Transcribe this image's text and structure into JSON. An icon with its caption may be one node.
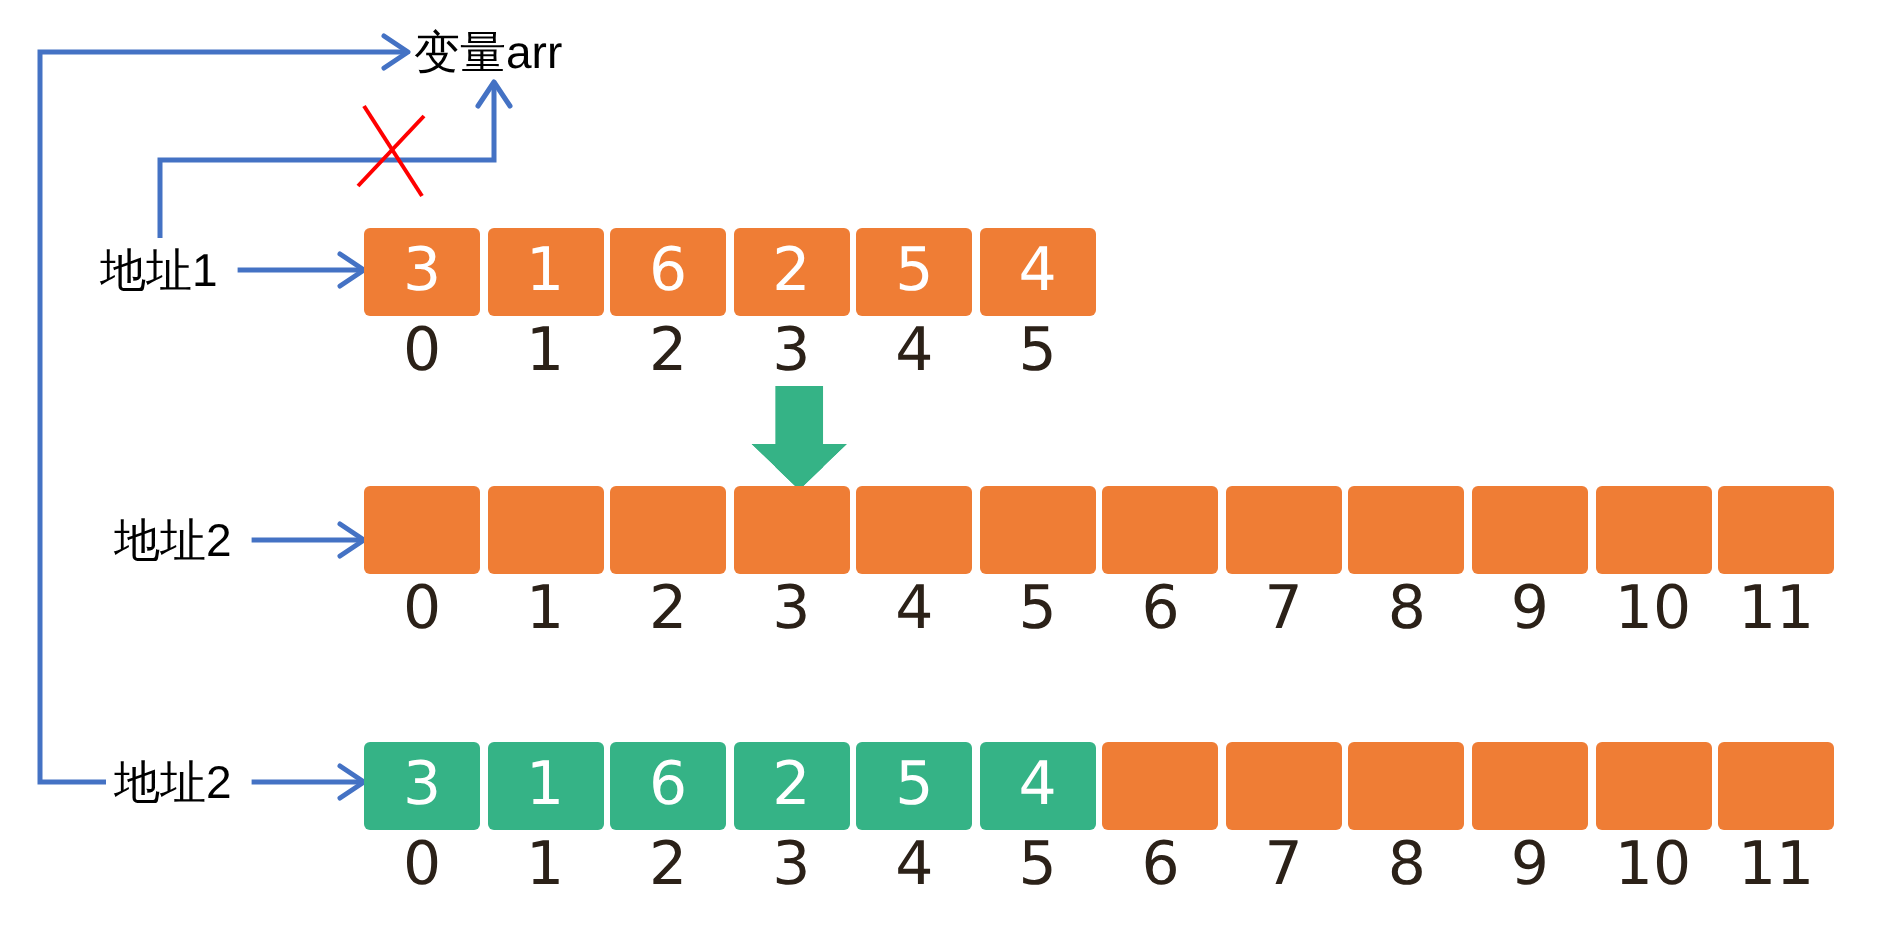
{
  "diagram": {
    "nodes": [
      {
        "text": [
          "变量arr"
        ]
      },
      {
        "text": [
          "地址1"
        ]
      },
      {
        "text": [
          "3"
        ],
        "beside": [
          "0"
        ]
      },
      {
        "text": [
          "1"
        ],
        "beside": [
          "1"
        ]
      },
      {
        "text": [
          "6"
        ],
        "beside": [
          "2"
        ]
      },
      {
        "text": [
          "2"
        ],
        "beside": [
          "3"
        ]
      },
      {
        "text": [
          "5"
        ],
        "beside": [
          "4"
        ]
      },
      {
        "text": [
          "4"
        ],
        "beside": [
          "5"
        ]
      },
      {
        "text": [
          "地址2"
        ]
      },
      {
        "text": [],
        "shape": "box",
        "beside": [
          "0"
        ]
      },
      {
        "text": [],
        "shape": "box",
        "beside": [
          "1"
        ]
      },
      {
        "text": [],
        "shape": "box",
        "beside": [
          "2"
        ]
      },
      {
        "text": [],
        "shape": "box",
        "beside": [
          "3"
        ]
      },
      {
        "text": [],
        "shape": "box",
        "beside": [
          "4"
        ]
      },
      {
        "text": [],
        "shape": "box",
        "beside": [
          "5"
        ]
      },
      {
        "text": [],
        "shape": "box",
        "beside": [
          "6"
        ]
      },
      {
        "text": [],
        "shape": "box",
        "beside": [
          "7"
        ]
      },
      {
        "text": [],
        "shape": "box",
        "beside": [
          "8"
        ]
      },
      {
        "text": [],
        "shape": "box",
        "beside": [
          "9"
        ]
      },
      {
        "text": [],
        "shape": "box",
        "beside": [
          "10"
        ]
      },
      {
        "text": [],
        "shape": "box",
        "beside": [
          "11"
        ]
      },
      {
        "text": [
          "地址2"
        ]
      },
      {
        "text": [
          "3"
        ],
        "beside": [
          "0"
        ]
      },
      {
        "text": [
          "1"
        ],
        "beside": [
          "1"
        ]
      },
      {
        "text": [
          "6"
        ],
        "beside": [
          "2"
        ]
      },
      {
        "text": [
          "2"
        ],
        "beside": [
          "3"
        ]
      },
      {
        "text": [
          "5"
        ],
        "beside": [
          "4"
        ]
      },
      {
        "text": [
          "4"
        ],
        "beside": [
          "5"
        ]
      },
      {
        "text": [],
        "shape": "box",
        "beside": [
          "6"
        ]
      },
      {
        "text": [],
        "shape": "box",
        "beside": [
          "7"
        ]
      },
      {
        "text": [],
        "shape": "box",
        "beside": [
          "8"
        ]
      },
      {
        "text": [],
        "shape": "box",
        "beside": [
          "9"
        ]
      },
      {
        "text": [],
        "shape": "box",
        "beside": [
          "10"
        ]
      },
      {
        "text": [],
        "shape": "box",
        "beside": [
          "11"
        ]
      }
    ],
    "edges": [
      {
        "from": 21,
        "to": 0,
        "arrow": "to"
      },
      {
        "from": 1,
        "to": 0,
        "arrow": "to"
      },
      {
        "from": 1,
        "to": 2,
        "arrow": "to"
      },
      {
        "from": 5,
        "to": 12,
        "arrow": "to",
        "style": "thick",
        "color": "#35b386"
      },
      {
        "from": 8,
        "to": 9,
        "arrow": "to"
      },
      {
        "from": 21,
        "to": 22,
        "arrow": "to"
      }
    ]
  }
}
